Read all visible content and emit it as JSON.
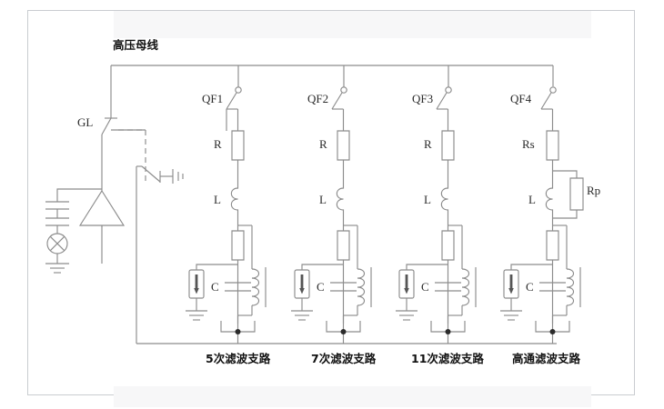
{
  "figure": {
    "title_text": "高压母线",
    "bus_label": "高压母线"
  },
  "colors": {
    "wire": "#8c8c8c",
    "text": "#1a1a1a",
    "band": "#f7f7f8",
    "frame_border": "#c9ccd0",
    "node": "#2b2b2b",
    "background": "#ffffff"
  },
  "left_section": {
    "disconnector_label": "GL"
  },
  "branches": [
    {
      "breaker_label": "QF1",
      "resistor_label": "R",
      "inductor_label": "L",
      "capacitor_label": "C",
      "caption": "5次滤波支路"
    },
    {
      "breaker_label": "QF2",
      "resistor_label": "R",
      "inductor_label": "L",
      "capacitor_label": "C",
      "caption": "7次滤波支路"
    },
    {
      "breaker_label": "QF3",
      "resistor_label": "R",
      "inductor_label": "L",
      "capacitor_label": "C",
      "caption": "11次滤波支路"
    },
    {
      "breaker_label": "QF4",
      "resistor_label": "Rs",
      "parallel_resistor_label": "Rp",
      "inductor_label": "L",
      "capacitor_label": "C",
      "caption": "高通滤波支路"
    }
  ]
}
